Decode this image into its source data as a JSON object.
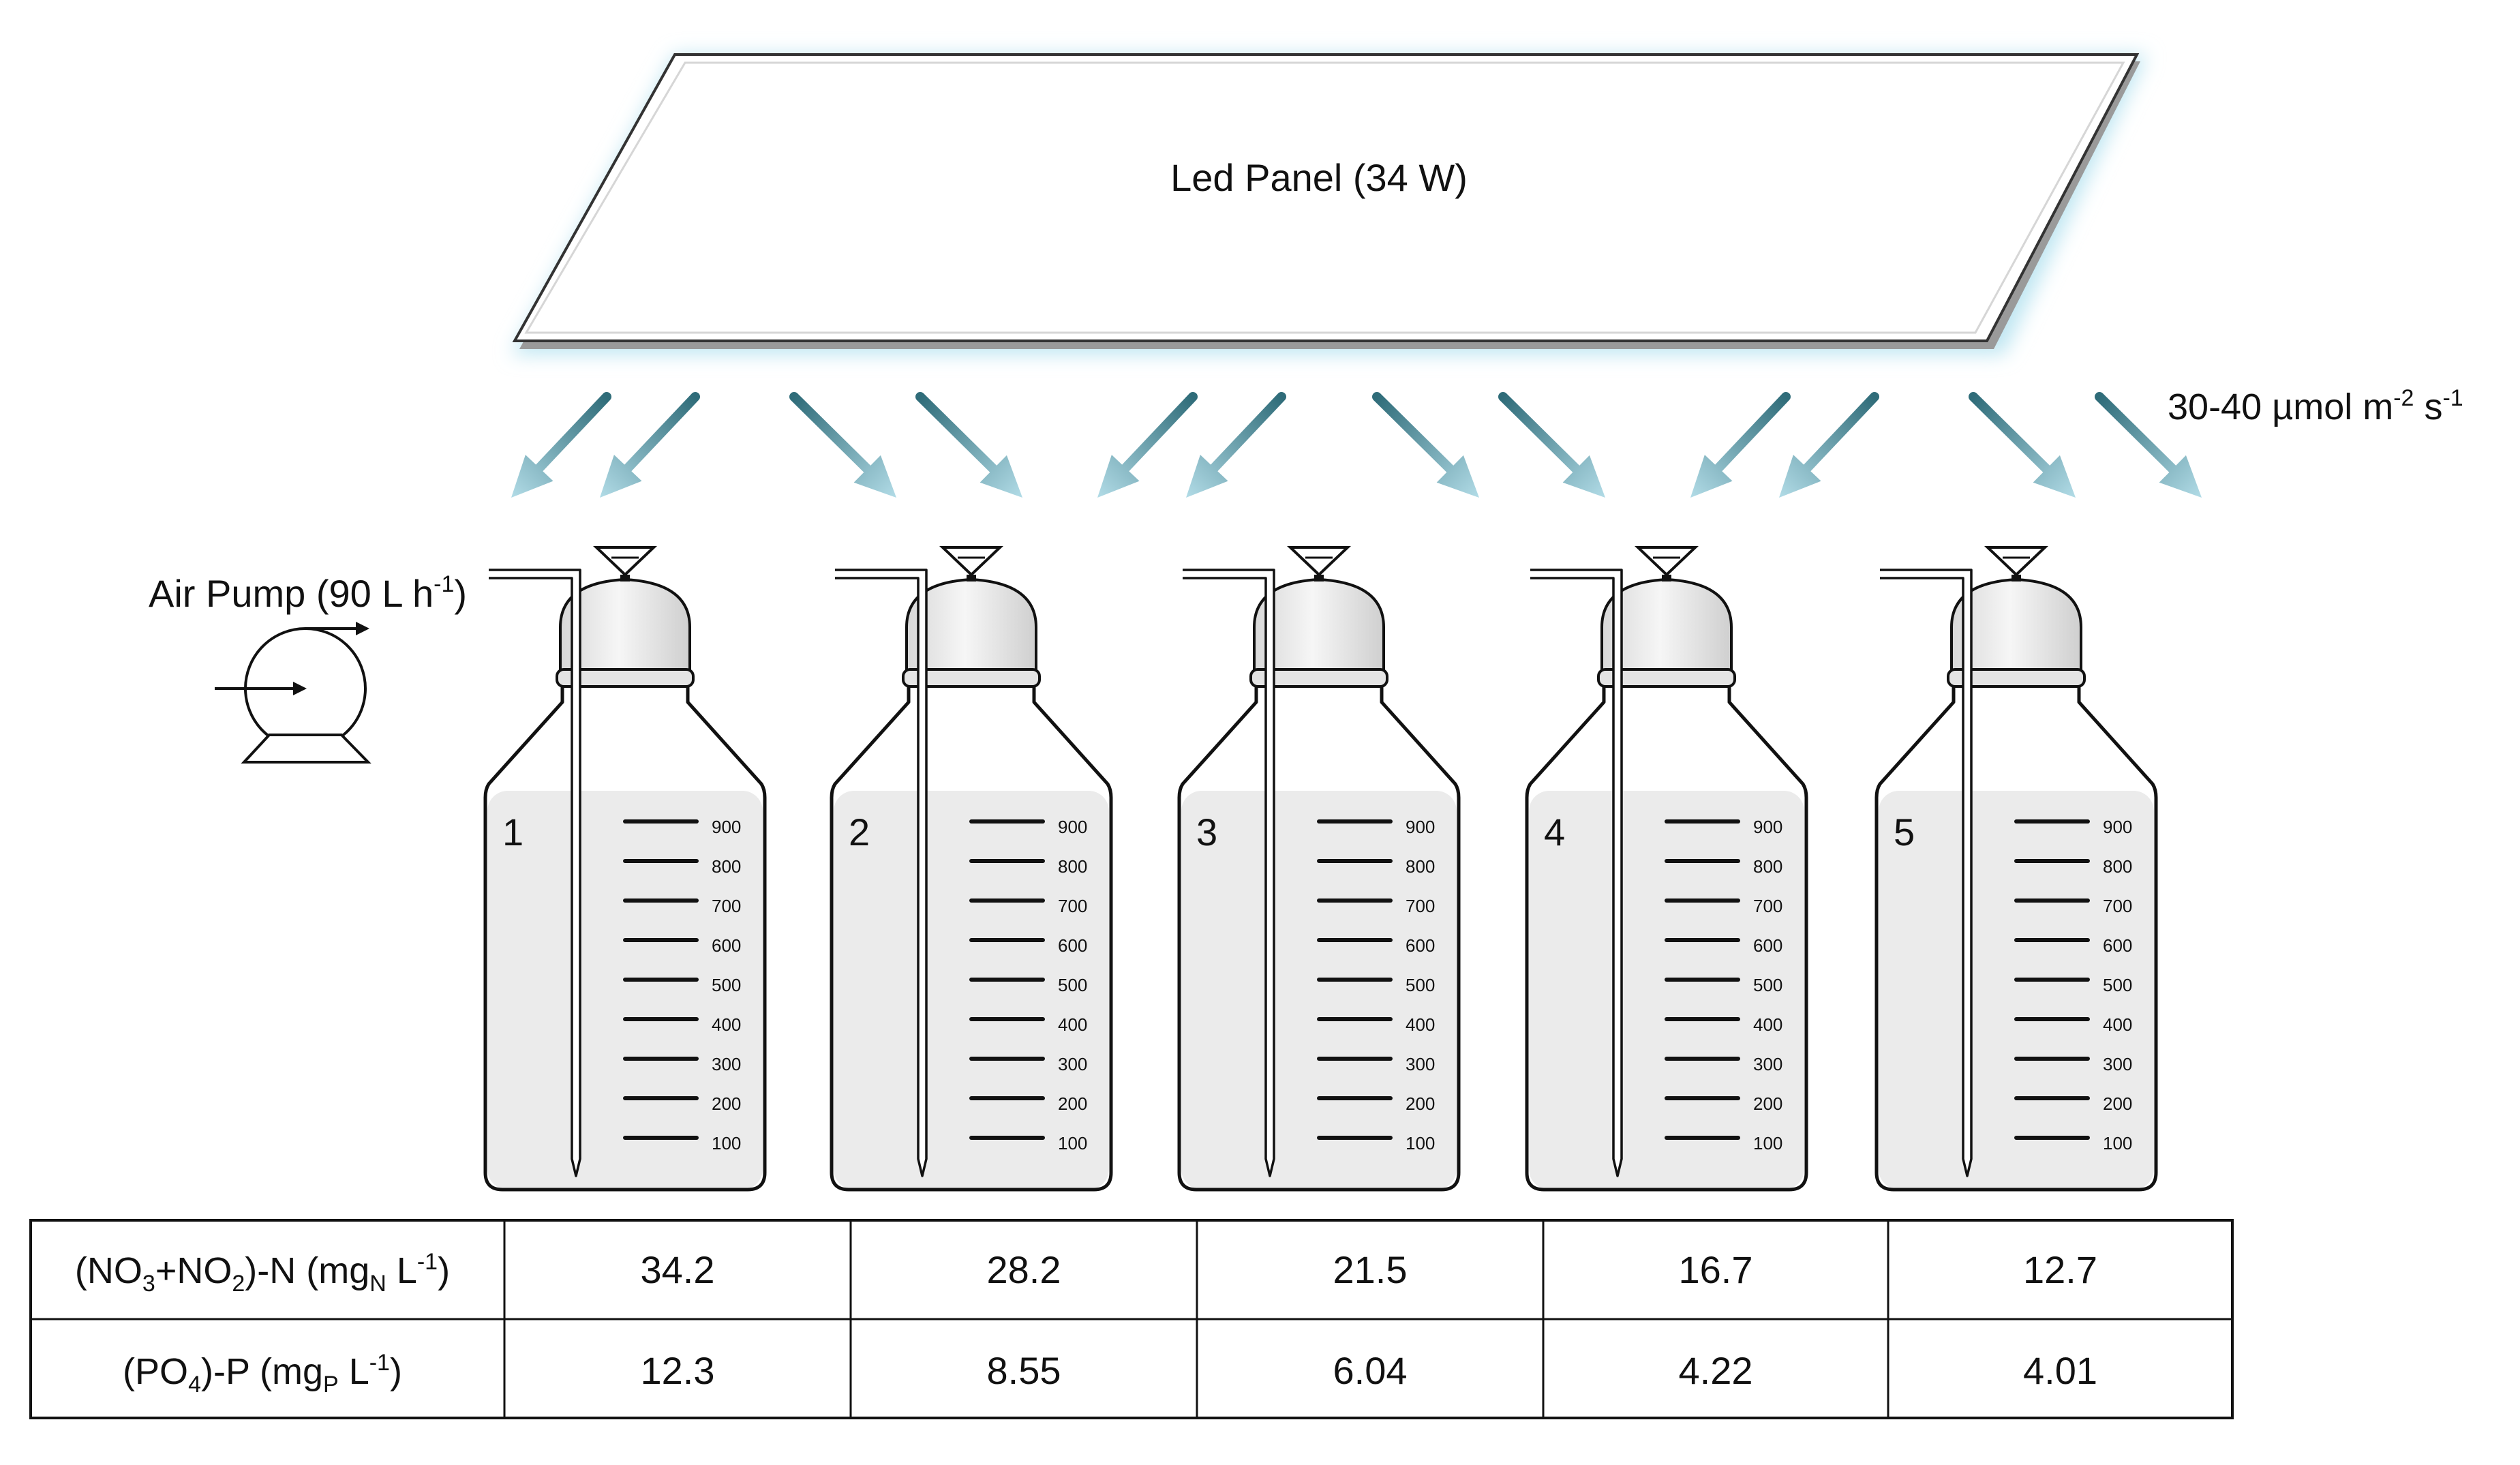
{
  "panel": {
    "label": "Led Panel (34 W)"
  },
  "light": {
    "intensity": "30-40 µmol m",
    "exp1": "-2",
    "unit2": " s",
    "exp2": "-1"
  },
  "pump": {
    "label": "Air Pump (90 L h",
    "exp": "-1",
    "close": ")"
  },
  "bottles": [
    {
      "number": "1"
    },
    {
      "number": "2"
    },
    {
      "number": "3"
    },
    {
      "number": "4"
    },
    {
      "number": "5"
    }
  ],
  "scale_ticks": [
    "900",
    "800",
    "700",
    "600",
    "500",
    "400",
    "300",
    "200",
    "100"
  ],
  "table": {
    "row_headers": [
      {
        "a": "(NO",
        "a_sub": "3",
        "b": "+NO",
        "b_sub": "2",
        "c": ")-N (mg",
        "c_sub": "N",
        "d": " L",
        "d_sup": "-1",
        "e": ")"
      },
      {
        "a": "(PO",
        "a_sub": "4",
        "b": ")-P (mg",
        "b_sub": "P",
        "c": " L",
        "c_sup": "-1",
        "d": ")"
      }
    ],
    "rows": [
      [
        "34.2",
        "28.2",
        "21.5",
        "16.7",
        "12.7"
      ],
      [
        "12.3",
        "8.55",
        "6.04",
        "4.22",
        "4.01"
      ]
    ]
  },
  "colors": {
    "arrow_dark": "#3f7a86",
    "arrow_light": "#a9d6e2",
    "panel_glow": "#bfe6f2",
    "liquid": "#ebebeb"
  }
}
